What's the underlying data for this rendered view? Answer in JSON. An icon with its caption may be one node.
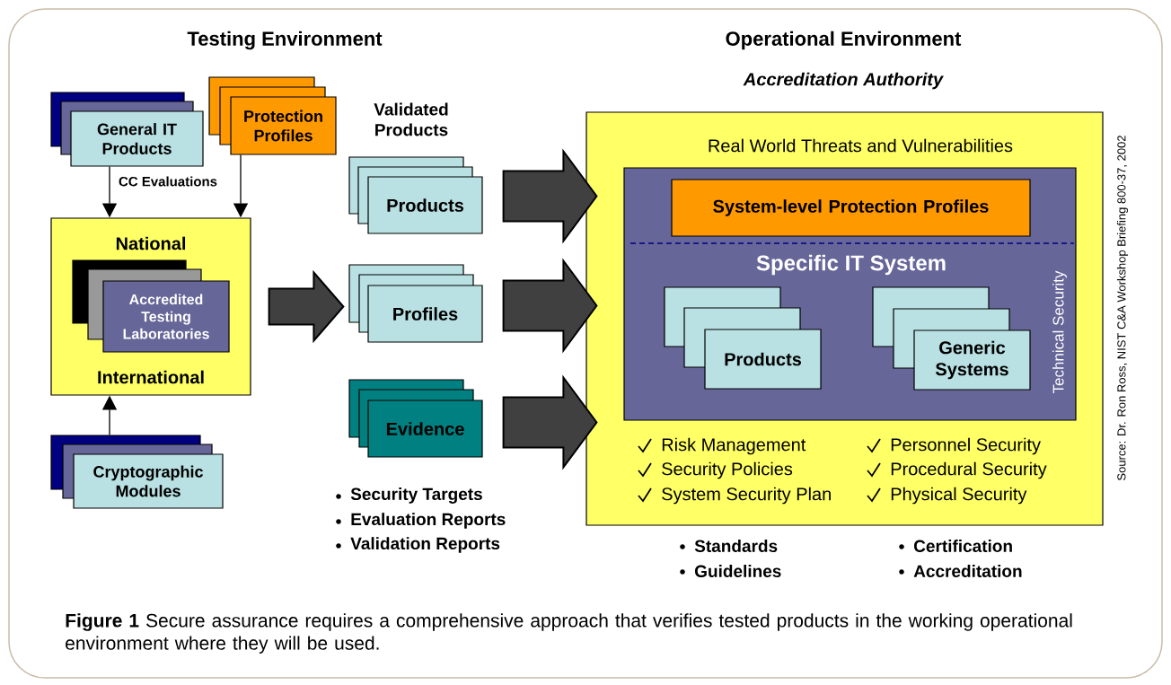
{
  "diagram": {
    "caption": "**Figure 1** Secure assurance requires a comprehensive approach that verifies tested products in the working operational environment where they will be used.",
    "nodes": [
      {
        "text": [
          "General IT Products"
        ]
      },
      {
        "text": [
          "Protection Profiles"
        ]
      },
      {
        "text": [
          "National",
          "International"
        ]
      },
      {
        "text": [
          "Accredited Testing Laboratories"
        ],
        "in": 2
      },
      {
        "text": [
          "Cryptographic Modules"
        ]
      },
      {
        "text": [
          "Products"
        ]
      },
      {
        "text": [
          "Profiles"
        ]
      },
      {
        "text": [
          "Evidence"
        ]
      },
      {
        "text": [
          "Accreditation Authority",
          "Real World Threats and Vulnerabilities"
        ]
      },
      {
        "text": [
          "Specific IT System",
          "Technical Security"
        ],
        "in": 8
      },
      {
        "text": [
          "System-level Protection Profiles"
        ],
        "in": 9
      },
      {
        "text": [
          "Products"
        ],
        "in": 9
      },
      {
        "text": [
          "Generic Systems"
        ],
        "in": 9
      }
    ],
    "edges": [
      {
        "from": 0,
        "to": 2,
        "arrow": "to",
        "label": "CC Evaluations",
        "color": "#000000"
      },
      {
        "from": 1,
        "to": 2,
        "arrow": "to",
        "color": "#000000"
      },
      {
        "from": 4,
        "to": 2,
        "arrow": "to",
        "color": "#000000"
      },
      {
        "from": 2,
        "to": 6,
        "arrow": "to",
        "style": "thick"
      },
      {
        "from": 5,
        "to": 8,
        "arrow": "to",
        "style": "thick"
      },
      {
        "from": 6,
        "to": 8,
        "arrow": "to",
        "style": "thick"
      },
      {
        "from": 7,
        "to": 8,
        "arrow": "to",
        "style": "thick"
      }
    ],
    "labels": [
      "Testing Environment",
      "Operational Environment",
      "Validated Products",
      "Risk Management",
      "Personnel Security",
      "Security Policies",
      "Procedural Security",
      "Security Targets",
      "System Security Plan",
      "Physical Security",
      "Evaluation Reports",
      "Validation Reports",
      "Standards",
      "Certification",
      "Guidelines",
      "Accreditation",
      "Source: Dr. Ron Ross, NIST C&A Workshop Briefing 800-37, 2002"
    ]
  }
}
